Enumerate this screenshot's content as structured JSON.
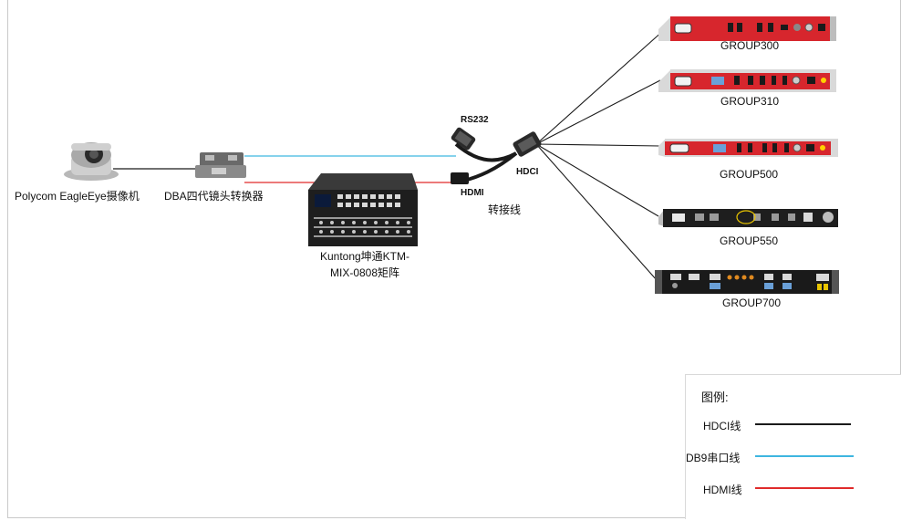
{
  "colors": {
    "hdci": "#1a1a1a",
    "db9": "#3fb6e0",
    "hdmi": "#e02b2b",
    "device_red": "#d7262d"
  },
  "devices": {
    "camera": "Polycom EagleEye摄像机",
    "converter": "DBA四代镜头转换器",
    "matrix_line1": "Kuntong坤通KTM-",
    "matrix_line2": "MIX-0808矩阵",
    "adapter": "转接线"
  },
  "cable_labels": {
    "rs232": "RS232",
    "hdmi": "HDMI",
    "hdci": "HDCI"
  },
  "groups": [
    "GROUP300",
    "GROUP310",
    "GROUP500",
    "GROUP550",
    "GROUP700"
  ],
  "legend": {
    "title": "图例:",
    "items": [
      {
        "label": "HDCI线",
        "color": "#1a1a1a"
      },
      {
        "label": "DB9串口线",
        "color": "#3fb6e0"
      },
      {
        "label": "HDMI线",
        "color": "#e02b2b"
      }
    ]
  }
}
